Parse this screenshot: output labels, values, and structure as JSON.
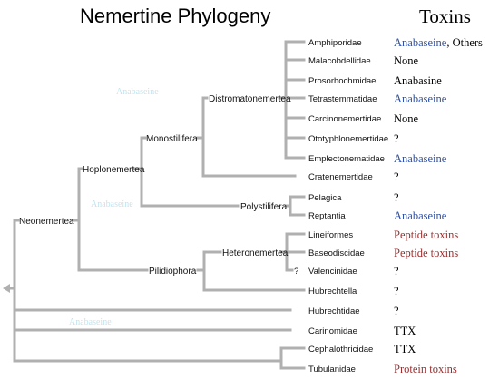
{
  "title": "Nemertine Phylogeny",
  "toxins_header": "Toxins",
  "colors": {
    "blue": "#2e4fa3",
    "red": "#9a2e2e",
    "black": "#000000",
    "branch": "#b0b0b0"
  },
  "nodes": {
    "neonemertea": "Neonemertea",
    "hoplonemertea": "Hoplonemertea",
    "monostilifera": "Monostilifera",
    "distromatonemertea": "Distromatonemertea",
    "polystilifera": "Polystilifera",
    "pilidiophora": "Pilidiophora",
    "heteronemertea": "Heteronemertea"
  },
  "faint_notes": [
    "Anabaseine",
    "Anabaseine",
    "Anabaseine"
  ],
  "valencinidae_mark": "?",
  "taxa": [
    {
      "name": "Amphiporidae",
      "toxin": "Anabaseine",
      "toxin_color": "blue",
      "toxin_extra": ", Others"
    },
    {
      "name": "Malacobdellidae",
      "toxin": "None",
      "toxin_color": "black"
    },
    {
      "name": "Prosorhochmidae",
      "toxin": "Anabasine",
      "toxin_color": "black"
    },
    {
      "name": "Tetrastemmatidae",
      "toxin": "Anabaseine",
      "toxin_color": "blue"
    },
    {
      "name": "Carcinonemertidae",
      "toxin": "None",
      "toxin_color": "black"
    },
    {
      "name": "Ototyphlonemertidae",
      "toxin": "?",
      "toxin_color": "black"
    },
    {
      "name": "Emplectonematidae",
      "toxin": "Anabaseine",
      "toxin_color": "blue"
    },
    {
      "name": "Cratenemertidae",
      "toxin": "?",
      "toxin_color": "black"
    },
    {
      "name": "Pelagica",
      "toxin": "?",
      "toxin_color": "black"
    },
    {
      "name": "Reptantia",
      "toxin": "Anabaseine",
      "toxin_color": "blue"
    },
    {
      "name": "Lineiformes",
      "toxin": "Peptide toxins",
      "toxin_color": "red"
    },
    {
      "name": "Baseodiscidae",
      "toxin": "Peptide toxins",
      "toxin_color": "red"
    },
    {
      "name": "Valencinidae",
      "toxin": "?",
      "toxin_color": "black"
    },
    {
      "name": "Hubrechtella",
      "toxin": "?",
      "toxin_color": "black"
    },
    {
      "name": "Hubrechtidae",
      "toxin": "?",
      "toxin_color": "black"
    },
    {
      "name": "Carinomidae",
      "toxin": "TTX",
      "toxin_color": "black"
    },
    {
      "name": "Cephalothricidae",
      "toxin": "TTX",
      "toxin_color": "black"
    },
    {
      "name": "Tubulanidae",
      "toxin": "Protein toxins",
      "toxin_color": "red"
    }
  ]
}
